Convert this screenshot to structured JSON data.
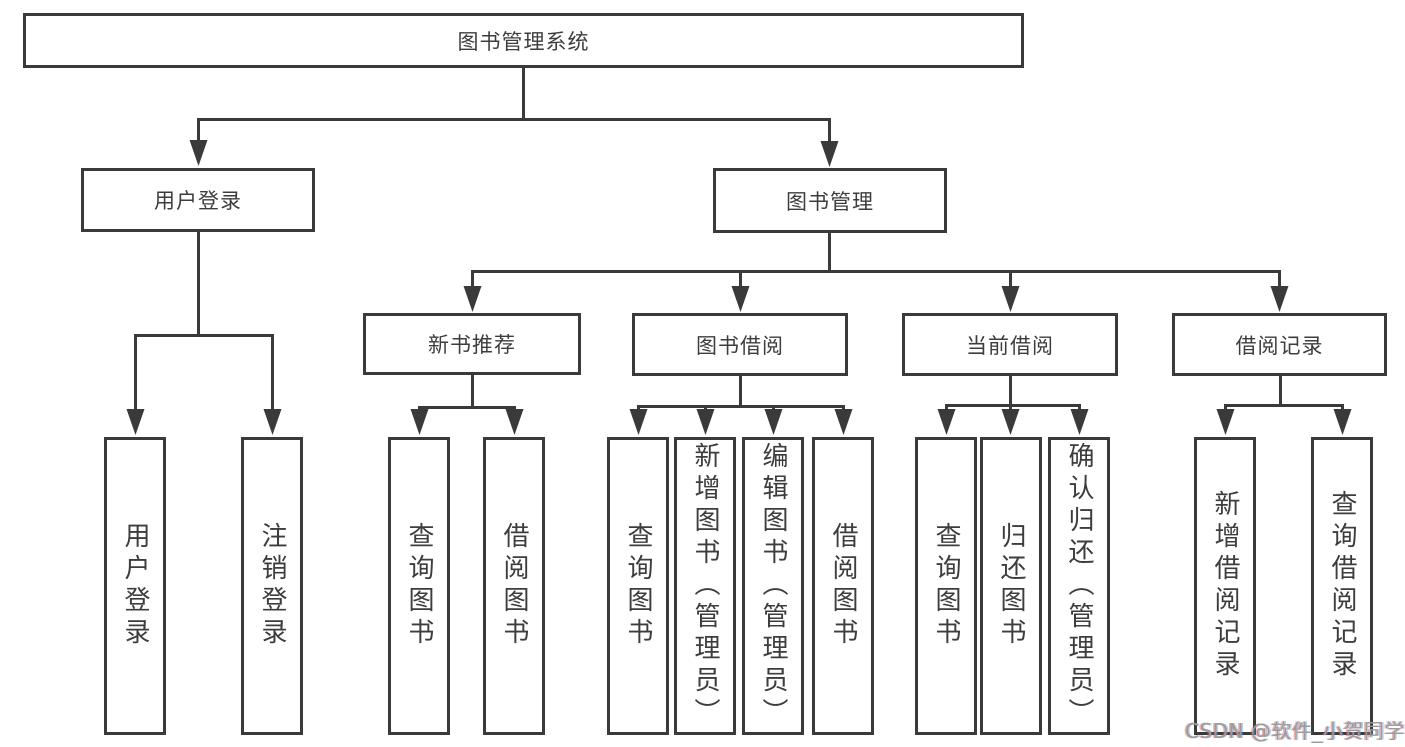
{
  "tree": {
    "label": "图书管理系统",
    "children": [
      {
        "label": "用户登录",
        "children": [
          {
            "label": "用户登录"
          },
          {
            "label": "注销登录"
          }
        ]
      },
      {
        "label": "图书管理",
        "children": [
          {
            "label": "新书推荐",
            "children": [
              {
                "label": "查询图书"
              },
              {
                "label": "借阅图书"
              }
            ]
          },
          {
            "label": "图书借阅",
            "children": [
              {
                "label": "查询图书"
              },
              {
                "label": "新增图书（管理员）"
              },
              {
                "label": "编辑图书（管理员）"
              },
              {
                "label": "借阅图书"
              }
            ]
          },
          {
            "label": "当前借阅",
            "children": [
              {
                "label": "查询图书"
              },
              {
                "label": "归还图书"
              },
              {
                "label": "确认归还（管理员）"
              }
            ]
          },
          {
            "label": "借阅记录",
            "children": [
              {
                "label": "新增借阅记录"
              },
              {
                "label": "查询借阅记录"
              }
            ]
          }
        ]
      }
    ]
  },
  "watermark": {
    "text": "CSDN @软件_小贺同学"
  },
  "colors": {
    "line": "#3a3a3a",
    "box_border": "#3a3a3a",
    "text": "#3d3d3d",
    "watermark": "#9b9b9b",
    "background": "#ffffff"
  }
}
